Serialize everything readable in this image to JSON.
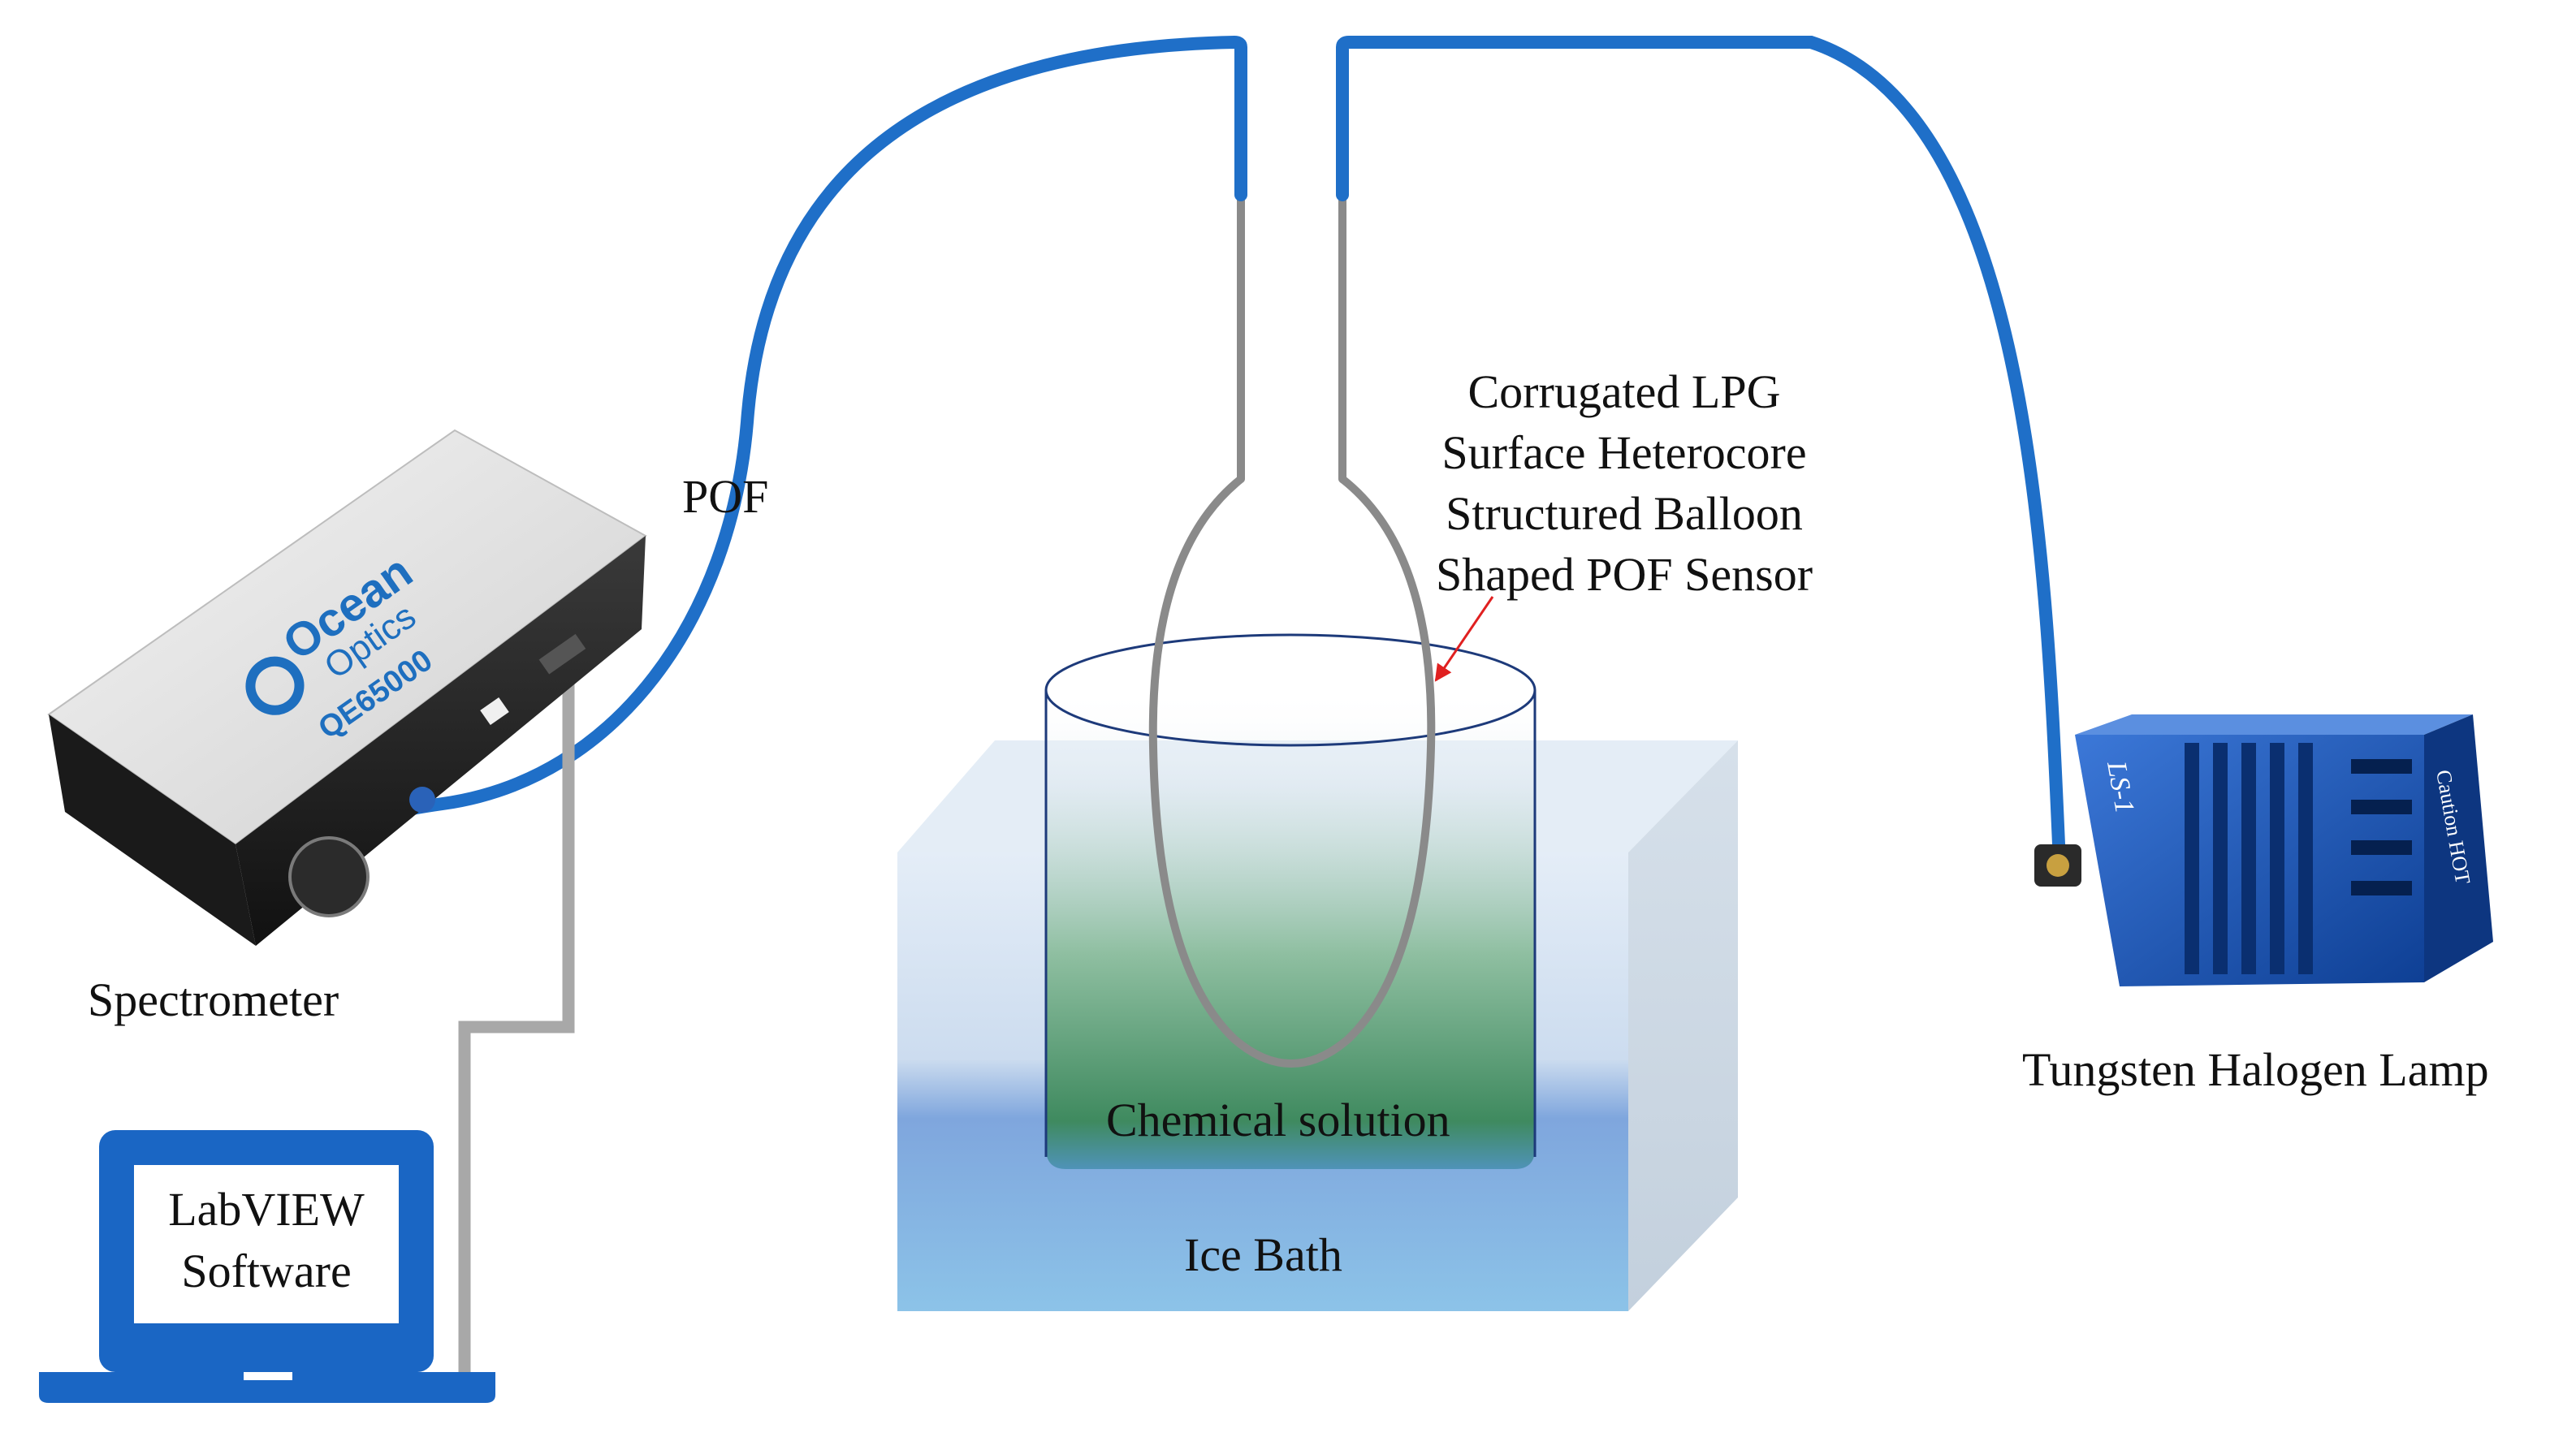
{
  "diagram": {
    "labels": {
      "pof": "POF",
      "sensor_line1": "Corrugated LPG",
      "sensor_line2": "Surface Heterocore",
      "sensor_line3": "Structured Balloon",
      "sensor_line4": "Shaped POF Sensor",
      "spectrometer": "Spectrometer",
      "laptop_line1": "LabVIEW",
      "laptop_line2": "Software",
      "chemical_solution": "Chemical solution",
      "ice_bath": "Ice Bath",
      "lamp": "Tungsten Halogen Lamp"
    },
    "spectrometer_device": {
      "brand_line1": "Ocean",
      "brand_line2": "Optics",
      "model": "QE65000"
    },
    "lamp_device": {
      "model": "LS-1",
      "caution": "Caution HOT"
    },
    "colors": {
      "fiber_blue": "#1f6fc8",
      "bare_fiber_gray": "#8a8a8a",
      "usb_cable_gray": "#a8a8a8",
      "laptop_blue": "#1a66c4",
      "solution_green": "#3f8a5f",
      "ice_blue": "#86b8e2",
      "arrow_red": "#e02020"
    }
  }
}
